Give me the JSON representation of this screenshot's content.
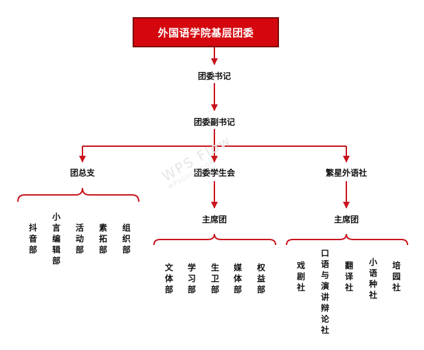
{
  "root": {
    "label": "外国语学院基层团委"
  },
  "secretary": {
    "label": "团委书记"
  },
  "deputy_secretary": {
    "label": "团委副书记"
  },
  "branches": [
    {
      "label": "团总支",
      "departments": [
        "抖音部",
        "小言编辑部",
        "活动部",
        "素拓部",
        "组织部"
      ]
    },
    {
      "label": "团委学生会",
      "presidium": "主席团",
      "departments": [
        "文体部",
        "学习部",
        "生卫部",
        "媒体部",
        "权益部"
      ]
    },
    {
      "label": "繁星外语社",
      "presidium": "主席团",
      "departments": [
        "戏剧社",
        "口语与演讲辩论社",
        "翻译社",
        "小语种社",
        "培园社"
      ]
    }
  ],
  "watermark": {
    "main": "WPS Flow",
    "sub": "WPSGUIDE.COM"
  },
  "colors": {
    "line": "#c8141c",
    "root_fill": "#d4070f",
    "root_border": "#7a0a0a",
    "root_text": "#ffffff"
  }
}
